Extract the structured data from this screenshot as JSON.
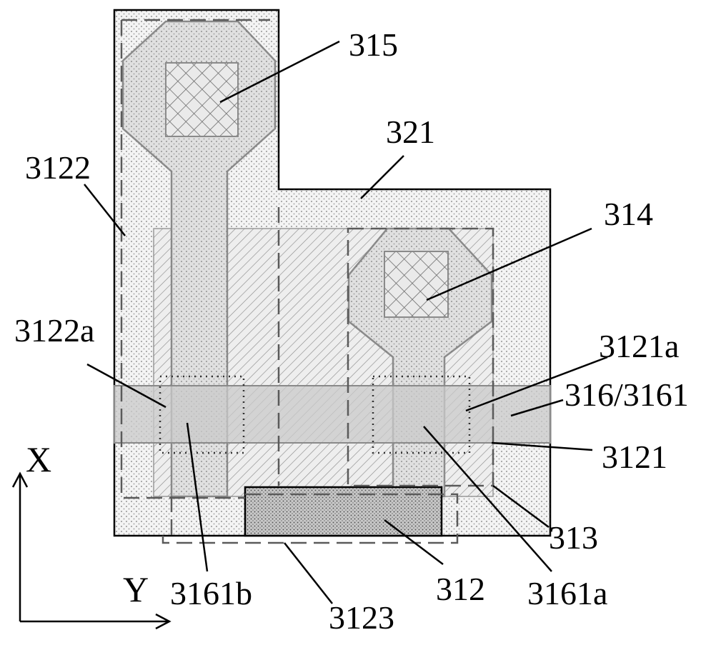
{
  "labels": {
    "l315": "315",
    "l321": "321",
    "l3122": "3122",
    "l314": "314",
    "l3122a": "3122a",
    "l3121a": "3121a",
    "l316_3161": "316/3161",
    "l3121": "3121",
    "l313": "313",
    "l312": "312",
    "l3161a": "3161a",
    "l3161b": "3161b",
    "l3123": "3123"
  },
  "axes": {
    "x_label": "X",
    "y_label": "Y"
  },
  "colors": {
    "outline": "#000000",
    "dots": "#7a7a7a",
    "hatch": "#909090",
    "crosshatch": "#707070",
    "band": "#cccccc",
    "via_border": "#8a8a8a",
    "dashes": "#5a5a5a"
  }
}
